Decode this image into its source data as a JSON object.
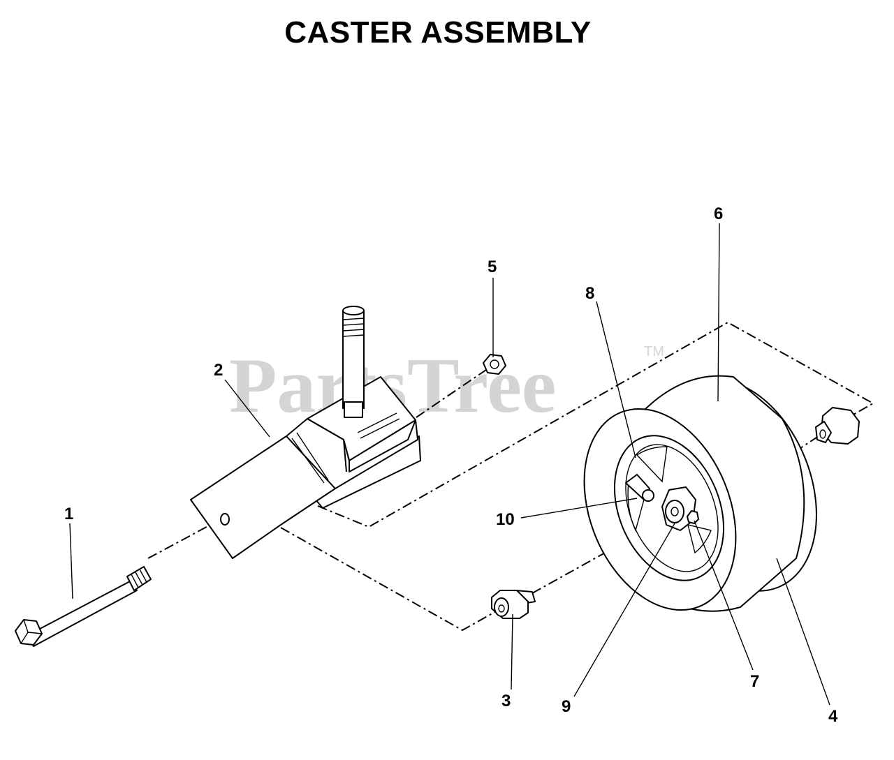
{
  "title": "CASTER ASSEMBLY",
  "watermark": {
    "text": "PartsTree",
    "trademark": "TM"
  },
  "callouts": {
    "c1": "1",
    "c2": "2",
    "c3": "3",
    "c4": "4",
    "c5": "5",
    "c6": "6",
    "c7": "7",
    "c8": "8",
    "c9": "9",
    "c10": "10"
  }
}
